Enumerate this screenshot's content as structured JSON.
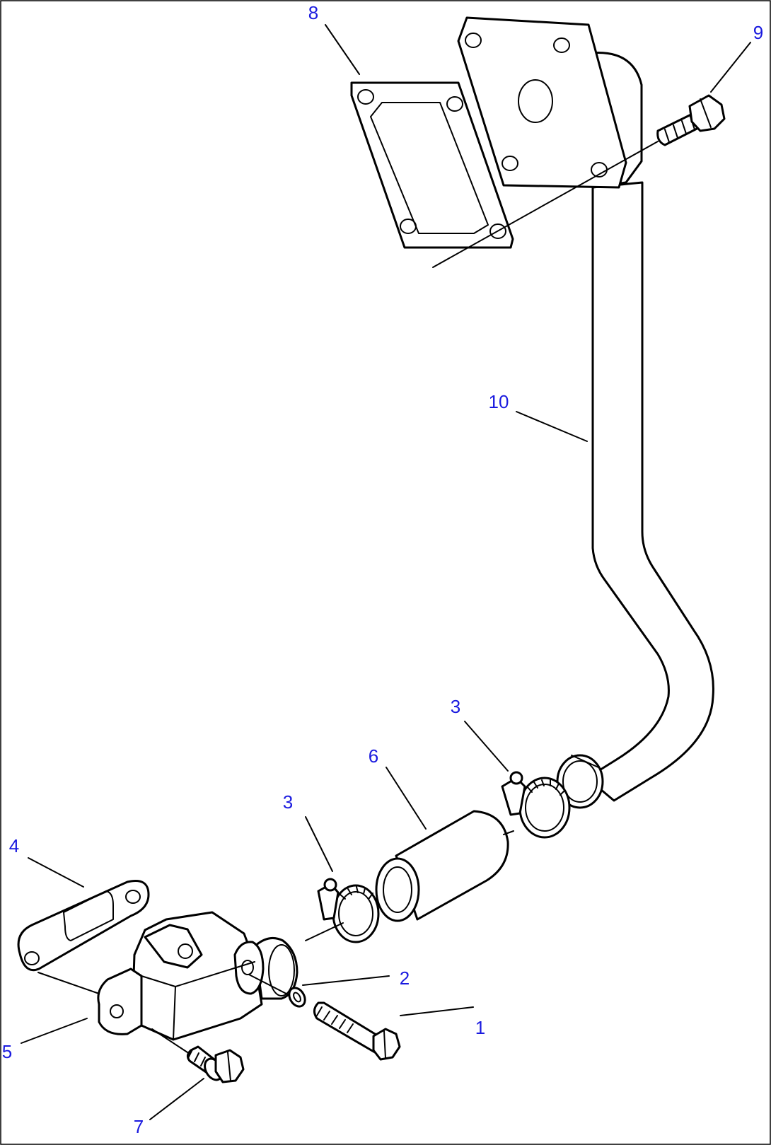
{
  "diagram": {
    "callouts": [
      {
        "id": "c1",
        "label": "1"
      },
      {
        "id": "c2",
        "label": "2"
      },
      {
        "id": "c3a",
        "label": "3"
      },
      {
        "id": "c3b",
        "label": "3"
      },
      {
        "id": "c4",
        "label": "4"
      },
      {
        "id": "c5",
        "label": "5"
      },
      {
        "id": "c6",
        "label": "6"
      },
      {
        "id": "c7",
        "label": "7"
      },
      {
        "id": "c8",
        "label": "8"
      },
      {
        "id": "c9",
        "label": "9"
      },
      {
        "id": "c10",
        "label": "10"
      }
    ],
    "colors": {
      "callout": "#1a1adf",
      "line": "#000000",
      "background": "#ffffff"
    }
  }
}
